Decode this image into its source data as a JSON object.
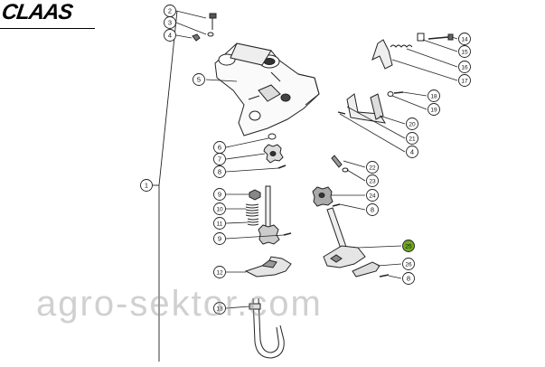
{
  "brand": {
    "name": "CLAAS"
  },
  "watermark": {
    "text": "agro-sektor.com"
  },
  "callouts": [
    {
      "id": "c1",
      "num": "1"
    },
    {
      "id": "c2",
      "num": "2"
    },
    {
      "id": "c3",
      "num": "3"
    },
    {
      "id": "c4a",
      "num": "4"
    },
    {
      "id": "c5",
      "num": "5"
    },
    {
      "id": "c6",
      "num": "6"
    },
    {
      "id": "c7",
      "num": "7"
    },
    {
      "id": "c8a",
      "num": "8"
    },
    {
      "id": "c9a",
      "num": "9"
    },
    {
      "id": "c10",
      "num": "10"
    },
    {
      "id": "c11",
      "num": "11"
    },
    {
      "id": "c9b",
      "num": "9"
    },
    {
      "id": "c12",
      "num": "12"
    },
    {
      "id": "c13",
      "num": "13"
    },
    {
      "id": "c14",
      "num": "14"
    },
    {
      "id": "c15",
      "num": "15"
    },
    {
      "id": "c16",
      "num": "16"
    },
    {
      "id": "c17",
      "num": "17"
    },
    {
      "id": "c18",
      "num": "18"
    },
    {
      "id": "c19",
      "num": "19"
    },
    {
      "id": "c20",
      "num": "20"
    },
    {
      "id": "c21",
      "num": "21"
    },
    {
      "id": "c4b",
      "num": "4"
    },
    {
      "id": "c22",
      "num": "22"
    },
    {
      "id": "c23",
      "num": "23"
    },
    {
      "id": "c24",
      "num": "24"
    },
    {
      "id": "c8b",
      "num": "8"
    },
    {
      "id": "c25",
      "num": "25",
      "highlight": true
    },
    {
      "id": "c26",
      "num": "26"
    },
    {
      "id": "c8c",
      "num": "8"
    }
  ],
  "colors": {
    "highlight": "#6fa821",
    "ink": "#222222"
  }
}
